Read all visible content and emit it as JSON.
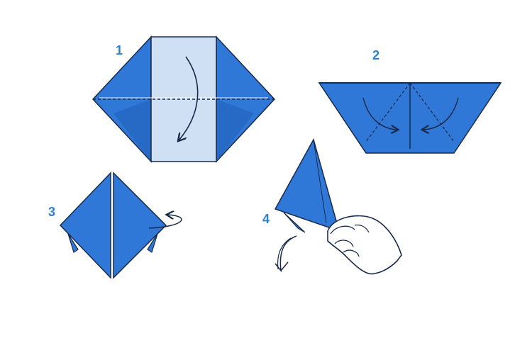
{
  "steps": [
    {
      "number": "1"
    },
    {
      "number": "2"
    },
    {
      "number": "3"
    },
    {
      "number": "4"
    }
  ],
  "colors": {
    "paper_blue": "#2f78d8",
    "paper_light": "#cfe0f4",
    "outline": "#1a2a4a",
    "step_number": "#2a7fd0"
  },
  "icons": [
    "curved-arrow-icon",
    "fold-arrow-icon",
    "rotate-arrow-icon",
    "down-arrow-icon",
    "hand-icon"
  ]
}
